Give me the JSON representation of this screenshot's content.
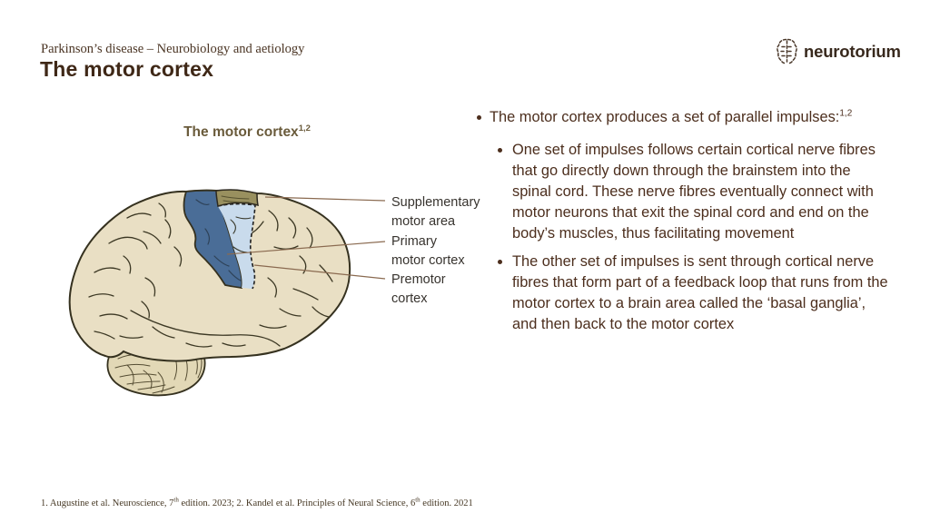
{
  "slide": {
    "eyebrow": "Parkinson’s disease – Neurobiology and aetiology",
    "title": "The motor cortex"
  },
  "logo": {
    "wordmark": "neurotorium",
    "icon": "brain-grid-icon",
    "color": "#38291d"
  },
  "figure": {
    "heading": "The motor cortex",
    "heading_refs": "1,2",
    "labels": [
      {
        "line1": "Supplementary",
        "line2": "motor area"
      },
      {
        "line1": "Primary",
        "line2": "motor cortex"
      },
      {
        "line1": "Premotor",
        "line2": "cortex"
      }
    ],
    "regions": [
      {
        "name": "Supplementary motor area",
        "color": "#99905f"
      },
      {
        "name": "Primary motor cortex",
        "color": "#4a6d97"
      },
      {
        "name": "Premotor cortex",
        "color": "#c9dbec"
      }
    ],
    "brain_fill": "#e9dfc4",
    "cerebellum_fill": "#e2d8b6",
    "outline_color": "#35311f",
    "leader_line_color": "#8a6a50"
  },
  "content": {
    "bullets": [
      {
        "text": "The motor cortex produces a set of parallel impulses:",
        "refs": "1,2",
        "children": [
          "One set of impulses follows certain cortical nerve fibres that go directly down through the brainstem into the spinal cord. These nerve fibres eventually connect with motor neurons that exit the spinal cord and end on the body’s muscles, thus facilitating movement",
          "The other set of impulses is sent through cortical nerve fibres that form part of a feedback loop that runs from the motor cortex to a brain area called the ‘basal ganglia’, and then back to the motor cortex"
        ]
      }
    ],
    "text_color": "#4c2e1d"
  },
  "footnote": {
    "parts": [
      "1. Augustine et al. Neuroscience, 7",
      "th",
      " edition. 2023; 2. Kandel et al. Principles of Neural Science, 6",
      "th",
      " edition. 2021"
    ]
  }
}
